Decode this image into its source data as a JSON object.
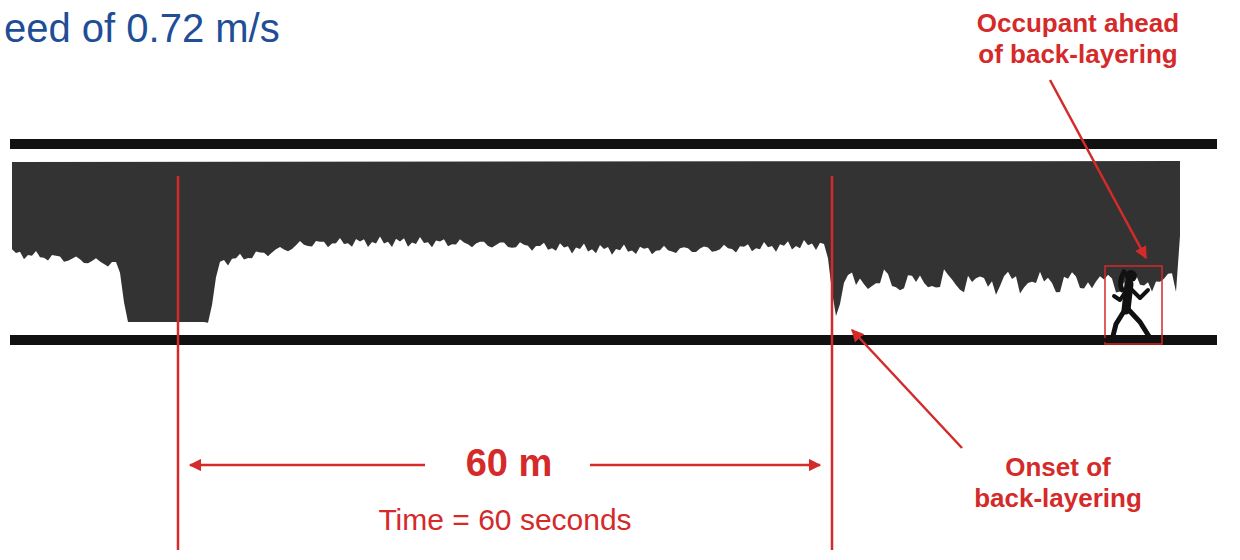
{
  "diagram": {
    "title": "eed of 0.72 m/s",
    "labels": [
      "Occupant ahead of back-layering",
      "60 m",
      "Time = 60 seconds",
      "Onset of back-layering"
    ]
  }
}
